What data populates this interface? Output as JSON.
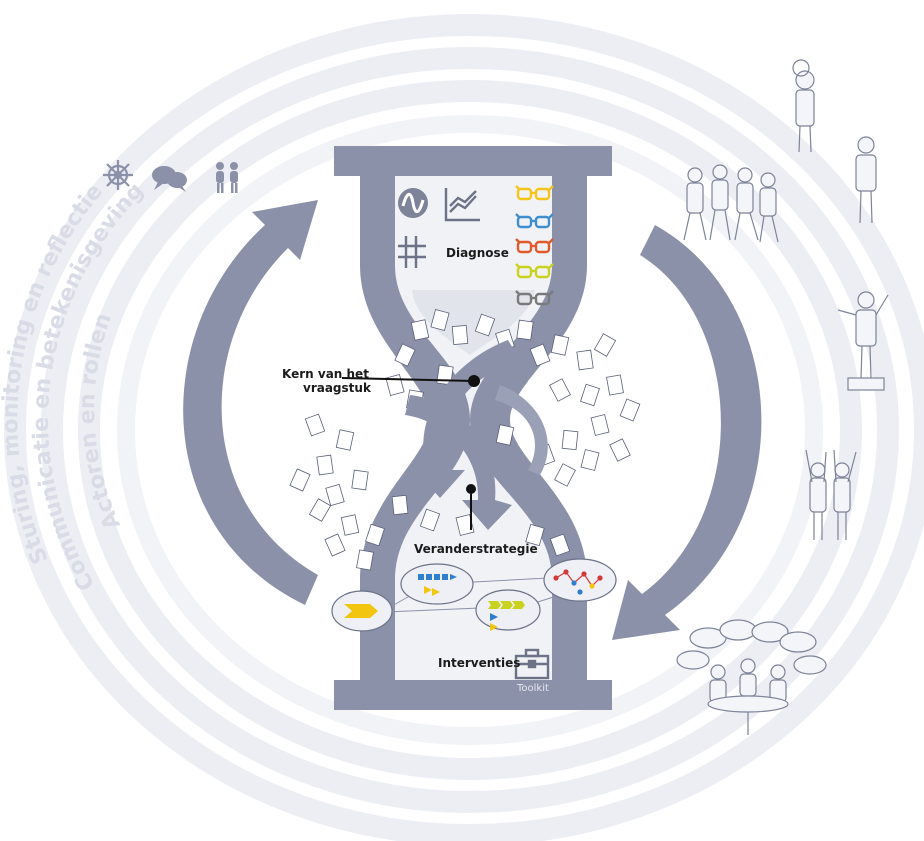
{
  "rings": {
    "outer_label": "Sturing, monitoring en reflectie",
    "middle_label": "Communicatie en betekenisgeving",
    "inner_label": "Actoren en rollen"
  },
  "hourglass": {
    "diagnose_label": "Diagnose",
    "kern_label_line1": "Kern van het",
    "kern_label_line2": "vraagstuk",
    "veranderstrategie_label": "Veranderstrategie",
    "interventies_label": "Interventies",
    "toolkit_label": "Toolkit"
  },
  "icons": {
    "ring_icons": [
      "helm-wheel-icon",
      "speech-bubbles-icon",
      "people-pair-icon"
    ],
    "diagnose_icons": [
      "sine-wave-icon",
      "line-chart-icon",
      "grid-icon"
    ],
    "glasses_colors": [
      "#f4c518",
      "#3f8fd0",
      "#e05a2b",
      "#c9d21e",
      "#7a7a7a"
    ],
    "toolkit_icon": "toolbox-icon"
  },
  "colors": {
    "hourglass": "#8b91a8",
    "ring": "#eceef4",
    "arrow": "#8b91a8",
    "accent_yellow": "#f2c511",
    "accent_blue": "#2f7fcf"
  }
}
